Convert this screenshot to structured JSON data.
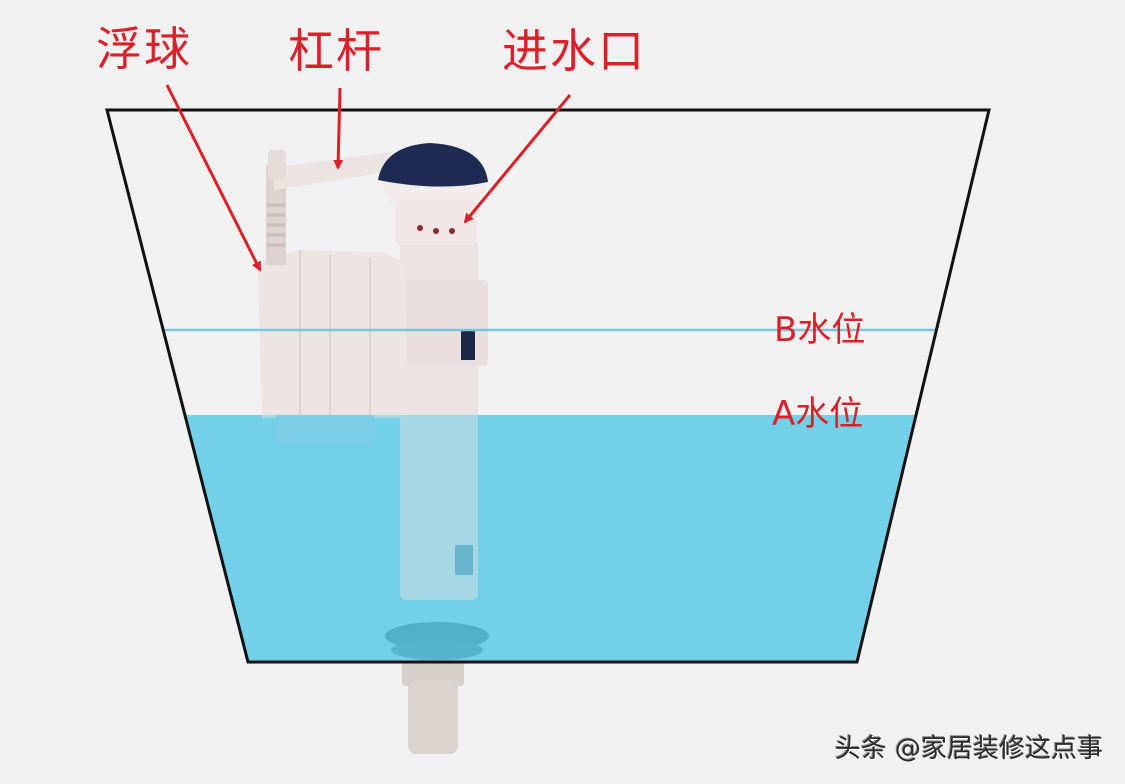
{
  "diagram": {
    "labels": {
      "float": "浮球",
      "lever": "杠杆",
      "water_inlet": "进水口"
    },
    "levels": {
      "b": "B水位",
      "a": "A水位"
    },
    "watermark": "头条 @家居装修这点事",
    "colors": {
      "background": "#f1f1f1",
      "label_red": "#d9212a",
      "water": "#7dd3ec",
      "b_level_line": "#7cc6dd",
      "tank_outline": "#111111",
      "valve_body": "#ece4e4",
      "valve_cap": "#1d2b52"
    }
  }
}
